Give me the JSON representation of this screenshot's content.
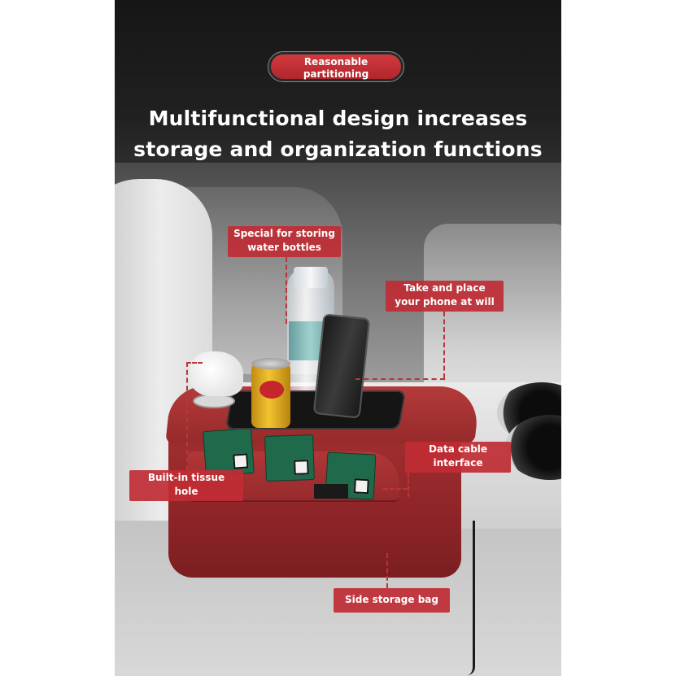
{
  "badge": {
    "line1": "Reasonable",
    "line2": "partitioning"
  },
  "headline": {
    "line1": "Multifunctional design increases",
    "line2": "storage and organization functions"
  },
  "callouts": {
    "water_bottles": {
      "line1": "Special for storing",
      "line2": "water bottles"
    },
    "phone": {
      "line1": "Take and place",
      "line2": "your phone at will"
    },
    "data_cable": {
      "line1": "Data cable",
      "line2": "interface"
    },
    "tissue": {
      "line1": "Built-in tissue",
      "line2": "hole"
    },
    "side_bag": {
      "line1": "Side storage bag"
    }
  },
  "colors": {
    "accent_red": "#c02c34",
    "cushion_red": "#962a2b",
    "background_dark": "#1b1b1b"
  }
}
